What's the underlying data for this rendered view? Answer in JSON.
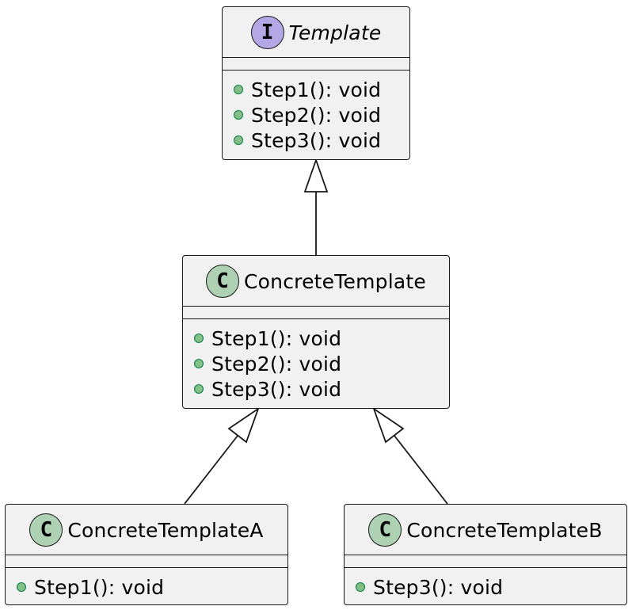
{
  "diagram": {
    "type": "uml-class-diagram",
    "classes": [
      {
        "id": "template",
        "stereotype_letter": "I",
        "kind": "interface",
        "name": "Template",
        "methods": [
          "Step1(): void",
          "Step2(): void",
          "Step3(): void"
        ]
      },
      {
        "id": "concrete-template",
        "stereotype_letter": "C",
        "kind": "class",
        "name": "ConcreteTemplate",
        "methods": [
          "Step1(): void",
          "Step2(): void",
          "Step3(): void"
        ]
      },
      {
        "id": "concrete-template-a",
        "stereotype_letter": "C",
        "kind": "class",
        "name": "ConcreteTemplateA",
        "methods": [
          "Step1(): void"
        ]
      },
      {
        "id": "concrete-template-b",
        "stereotype_letter": "C",
        "kind": "class",
        "name": "ConcreteTemplateB",
        "methods": [
          "Step3(): void"
        ]
      }
    ],
    "relations": [
      {
        "from": "ConcreteTemplate",
        "to": "Template",
        "type": "generalization"
      },
      {
        "from": "ConcreteTemplateA",
        "to": "ConcreteTemplate",
        "type": "generalization"
      },
      {
        "from": "ConcreteTemplateB",
        "to": "ConcreteTemplate",
        "type": "generalization"
      }
    ]
  },
  "colors": {
    "class_fill": "#f1f1f1",
    "border": "#181818",
    "interface_badge": "#b4a7e5",
    "class_badge": "#add1b2",
    "public_dot_fill": "#84be84",
    "public_dot_stroke": "#038048"
  },
  "icons": {
    "interface_badge": "interface-badge-icon",
    "class_badge": "class-badge-icon",
    "public_visibility": "public-visibility-icon",
    "generalization_arrow": "hollow-triangle-arrow-icon"
  }
}
